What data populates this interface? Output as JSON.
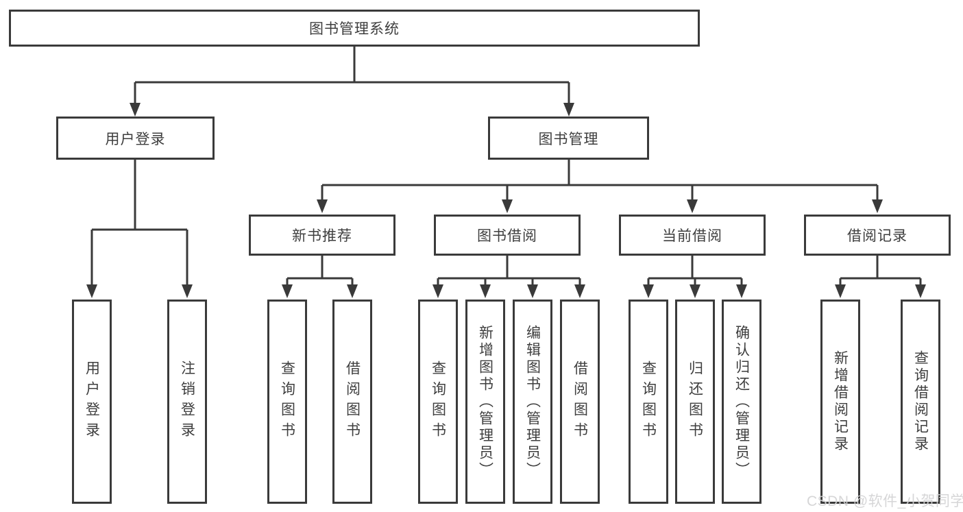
{
  "diagram": {
    "colors": {
      "line": "#3a3a3a",
      "box_border": "#3a3a3a",
      "box_fill": "#ffffff",
      "text": "#3e3e3e",
      "watermark_text_color": "#d2d2d4",
      "background": "#ffffff"
    },
    "tree": {
      "label": "图书管理系统",
      "children": [
        {
          "label": "用户登录",
          "children": [
            {
              "label": "用户登录"
            },
            {
              "label": "注销登录"
            }
          ]
        },
        {
          "label": "图书管理",
          "children": [
            {
              "label": "新书推荐",
              "children": [
                {
                  "label": "查询图书"
                },
                {
                  "label": "借阅图书"
                }
              ]
            },
            {
              "label": "图书借阅",
              "children": [
                {
                  "label": "查询图书"
                },
                {
                  "label": "新增图书（管理员）"
                },
                {
                  "label": "编辑图书（管理员）"
                },
                {
                  "label": "借阅图书"
                }
              ]
            },
            {
              "label": "当前借阅",
              "children": [
                {
                  "label": "查询图书"
                },
                {
                  "label": "归还图书"
                },
                {
                  "label": "确认归还（管理员）"
                }
              ]
            },
            {
              "label": "借阅记录",
              "children": [
                {
                  "label": "新增借阅记录"
                },
                {
                  "label": "查询借阅记录"
                }
              ]
            }
          ]
        }
      ]
    },
    "watermark": {
      "text": "CSDN @软件_小贺同学"
    }
  }
}
